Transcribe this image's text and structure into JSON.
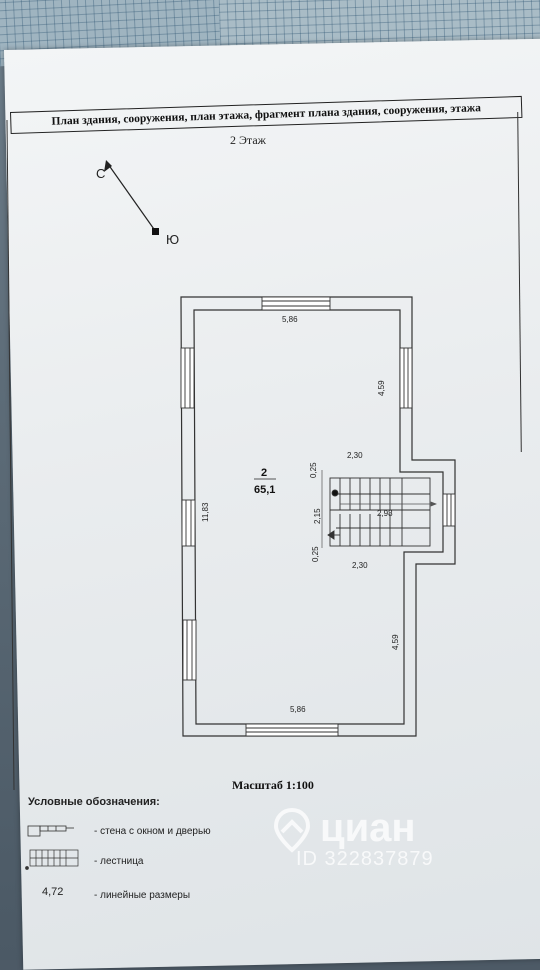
{
  "header": {
    "title": "План здания, сооружения, план этажа, фрагмент плана здания, сооружения, этажа"
  },
  "floor": "2 Этаж",
  "compass": {
    "north": "С",
    "south": "Ю"
  },
  "room": {
    "number": "2",
    "area": "65,1"
  },
  "dimensions": {
    "top_width": "5,86",
    "right_upper": "4,59",
    "stair_top": "2,30",
    "gap_top": "0,25",
    "left_height": "11,83",
    "stair_height": "2,15",
    "stair_length": "2,98",
    "gap_bottom": "0,25",
    "stair_bottom": "2,30",
    "right_lower": "4,59",
    "bottom_width": "5,86"
  },
  "scale": "Масштаб 1:100",
  "legend": {
    "title": "Условные обозначения:",
    "wall": "- стена с окном и дверью",
    "stair": "- лестница",
    "example_value": "4,72",
    "linear": "- линейные размеры"
  },
  "watermark": {
    "brand": "циан",
    "id": "ID 322837879"
  }
}
